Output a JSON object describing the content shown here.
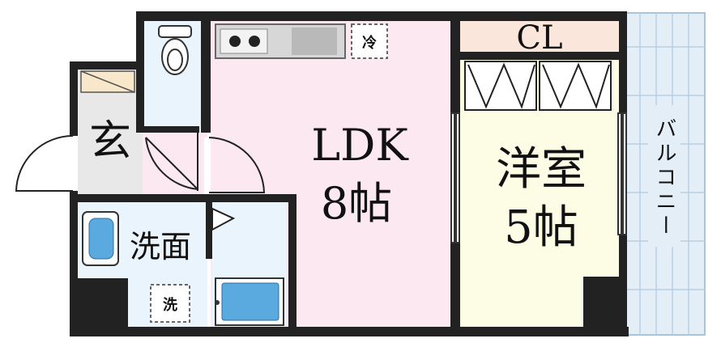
{
  "rooms": {
    "ldk_name": "LDK",
    "ldk_size": "8帖",
    "western_name": "洋室",
    "western_size": "5帖",
    "closet": "CL",
    "entrance": "玄",
    "washroom": "洗面",
    "balcony": "バルコニー",
    "fridge": "冷",
    "washer": "洗"
  },
  "colors": {
    "wall": "#222222",
    "ldk": "#fce8f1",
    "western": "#fdfde6",
    "closet": "#fbe6dc",
    "wet": "#eaf4fc",
    "entrance": "#e8e8e8",
    "balcony": "#e4eef7",
    "tub": "#5aa9df"
  }
}
